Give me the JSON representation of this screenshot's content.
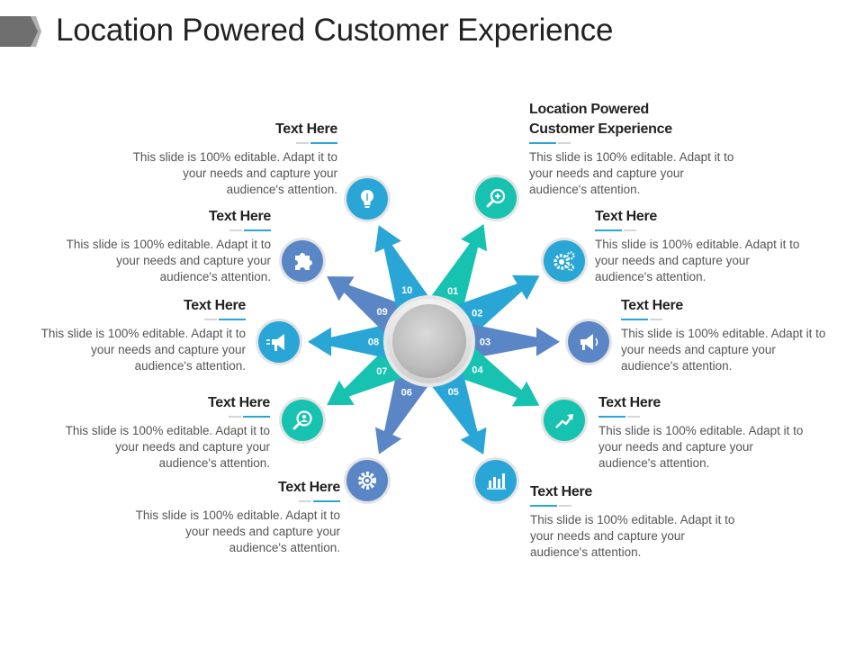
{
  "title": "Location Powered Customer Experience",
  "colors": {
    "teal": "#17c2b0",
    "sky": "#2aa6d6",
    "slate": "#5b86c6"
  },
  "center_circle": {
    "fill": "#c8c8c8"
  },
  "items": [
    {
      "id": "01",
      "heading": "Location Powered Customer Experience",
      "heading_lines": [
        "Location Powered",
        "Customer Experience"
      ],
      "body": "This slide is 100% editable. Adapt it to your needs and capture your audience's attention.",
      "icon": "search-plus-icon",
      "color": "teal"
    },
    {
      "id": "02",
      "heading": "Text Here",
      "body": "This slide is 100% editable. Adapt it to your needs and capture your audience's attention.",
      "icon": "gears-icon",
      "color": "sky"
    },
    {
      "id": "03",
      "heading": "Text Here",
      "body": "This slide is 100% editable. Adapt it to your needs and capture your audience's attention.",
      "icon": "megaphone-icon",
      "color": "slate"
    },
    {
      "id": "04",
      "heading": "Text Here",
      "body": "This slide is 100% editable. Adapt it to your needs and capture your audience's attention.",
      "icon": "trend-up-icon",
      "color": "teal"
    },
    {
      "id": "05",
      "heading": "Text Here",
      "body": "This slide is 100% editable. Adapt it to your needs and capture your audience's attention.",
      "icon": "bar-chart-icon",
      "color": "sky"
    },
    {
      "id": "06",
      "heading": "Text Here",
      "body": "This slide is 100% editable. Adapt it to your needs and capture your audience's attention.",
      "icon": "settings-cog-icon",
      "color": "slate"
    },
    {
      "id": "07",
      "heading": "Text Here",
      "body": "This slide is 100% editable. Adapt it to your needs and capture your audience's attention.",
      "icon": "user-search-icon",
      "color": "teal"
    },
    {
      "id": "08",
      "heading": "Text Here",
      "body": "This slide is 100% editable. Adapt it to your needs and capture your audience's attention.",
      "icon": "bullhorn-icon",
      "color": "sky"
    },
    {
      "id": "09",
      "heading": "Text Here",
      "body": "This slide is 100% editable. Adapt it to your needs and capture your audience's attention.",
      "icon": "puzzle-icon",
      "color": "slate"
    },
    {
      "id": "10",
      "heading": "Text Here",
      "body": "This slide is 100% editable. Adapt it to your needs and capture your audience's attention.",
      "icon": "lightbulb-icon",
      "color": "sky"
    }
  ]
}
